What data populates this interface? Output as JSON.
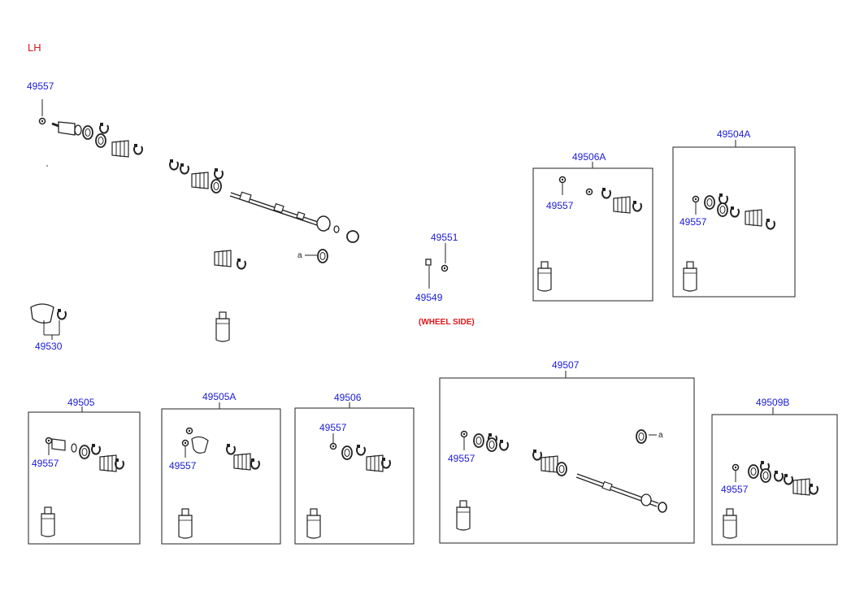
{
  "side_label": "LH",
  "wheel_side": "(WHEEL SIDE)",
  "ref_letter_a": "a",
  "colors": {
    "part_number": "#1a1ad6",
    "side_marker": "#e0151a",
    "line": "#222222"
  },
  "main": {
    "p49557": "49557",
    "p49530": "49530",
    "p49551": "49551",
    "p49549": "49549"
  },
  "kits": {
    "k49506A": {
      "title": "49506A",
      "inner": "49557"
    },
    "k49504A": {
      "title": "49504A",
      "inner": "49557"
    },
    "k49505": {
      "title": "49505",
      "inner": "49557"
    },
    "k49505A": {
      "title": "49505A",
      "inner": "49557"
    },
    "k49506": {
      "title": "49506",
      "inner": "49557"
    },
    "k49507": {
      "title": "49507",
      "inner": "49557"
    },
    "k49509B": {
      "title": "49509B",
      "inner": "49557"
    }
  }
}
